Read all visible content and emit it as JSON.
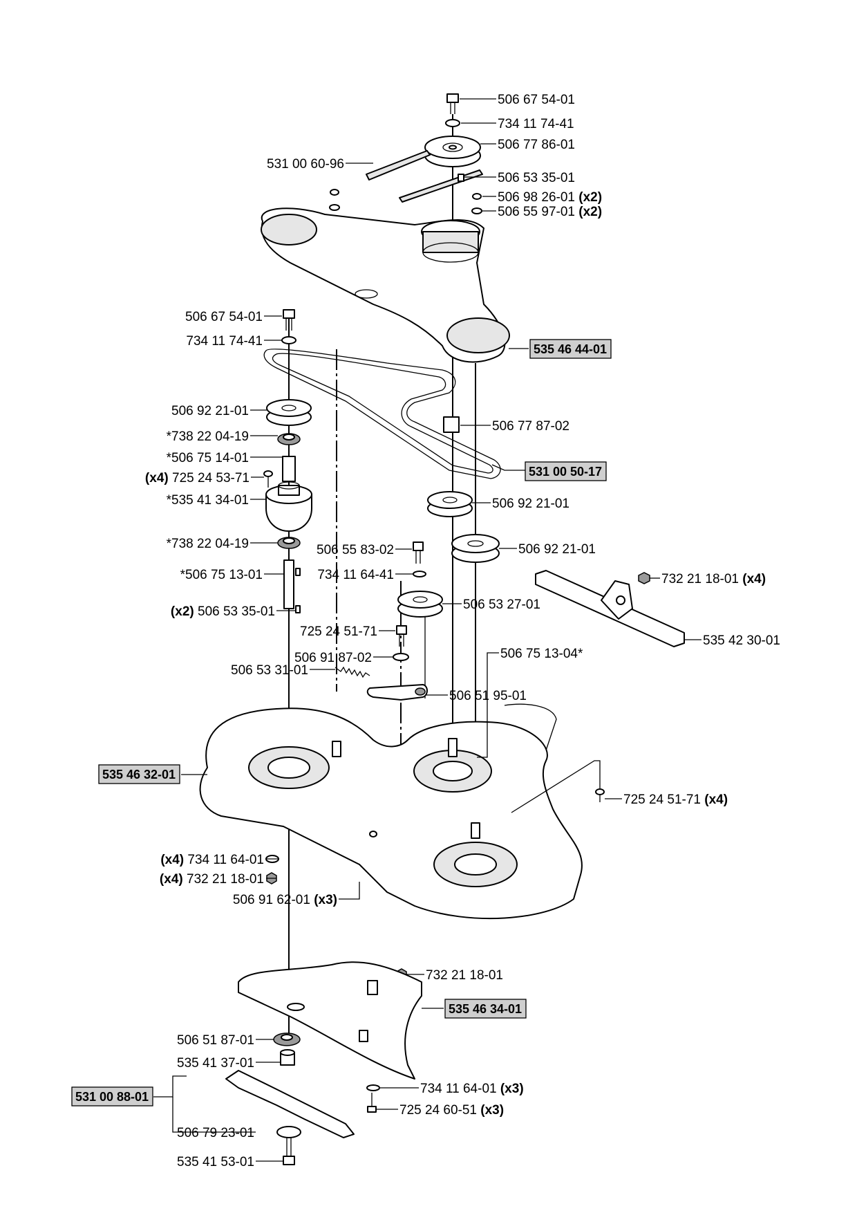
{
  "labels": {
    "top_bolt": "506 67 54-01",
    "top_washer": "734 11 74-41",
    "top_pulley": "506 77 86-01",
    "short_belt": "531 00 60-96",
    "top_key": "506 53 35-01",
    "cover_screw": "506 98 26-01",
    "cover_screw_qty": "(x2)",
    "cover_washer": "506 55 97-01",
    "cover_washer_qty": "(x2)",
    "cover": "535 46 44-01",
    "left_bolt": "506 67 54-01",
    "left_washer": "734 11 74-41",
    "left_pulley": "506 92 21-01",
    "long_belt": "531 00 50-17",
    "spacer": "506 77 87-02",
    "bearing_upper": "*738 22 04-19",
    "spacer_tube": "*506 75 14-01",
    "housing_screw_qty": "(x4)",
    "housing_screw": "725 24 53-71",
    "spindle_housing": "*535 41 34-01",
    "idler_pulley_1": "506 92 21-01",
    "idler_pulley_2": "506 92 21-01",
    "bearing_lower": "*738 22 04-19",
    "shaft": "*506 75 13-01",
    "shaft_key_qty": "(x2)",
    "shaft_key": "506 53 35-01",
    "idler_bolt": "506 55 83-02",
    "idler_washer": "734 11 64-41",
    "idler_pulley_3": "506 53 27-01",
    "arm_screw": "725 24 51-71",
    "arm_washer": "506 91 87-02",
    "spring": "506 53 31-01",
    "shaft_right": "506 75 13-04*",
    "idler_arm": "506 51 95-01",
    "bracket_nut": "732 21 18-01",
    "bracket_nut_qty": "(x4)",
    "bracket": "535 42 30-01",
    "deck": "535 46 32-01",
    "deck_screw": "725 24 51-71",
    "deck_screw_qty": "(x4)",
    "washer_x4_qty": "(x4)",
    "washer_x4": "734 11 64-01",
    "nut_x4_qty": "(x4)",
    "nut_x4": "732 21 18-01",
    "pin": "506 91 62-01",
    "pin_qty": "(x3)",
    "nut_single": "732 21 18-01",
    "baffle": "535 46 34-01",
    "blade_adapter": "506 51 87-01",
    "hub": "535 41 37-01",
    "blade_set": "531 00 88-01",
    "baffle_washer": "734 11 64-01",
    "baffle_washer_qty": "(x3)",
    "baffle_screw": "725 24 60-51",
    "baffle_screw_qty": "(x3)",
    "blade_washer": "506 79 23-01",
    "blade_bolt": "535 41 53-01"
  }
}
